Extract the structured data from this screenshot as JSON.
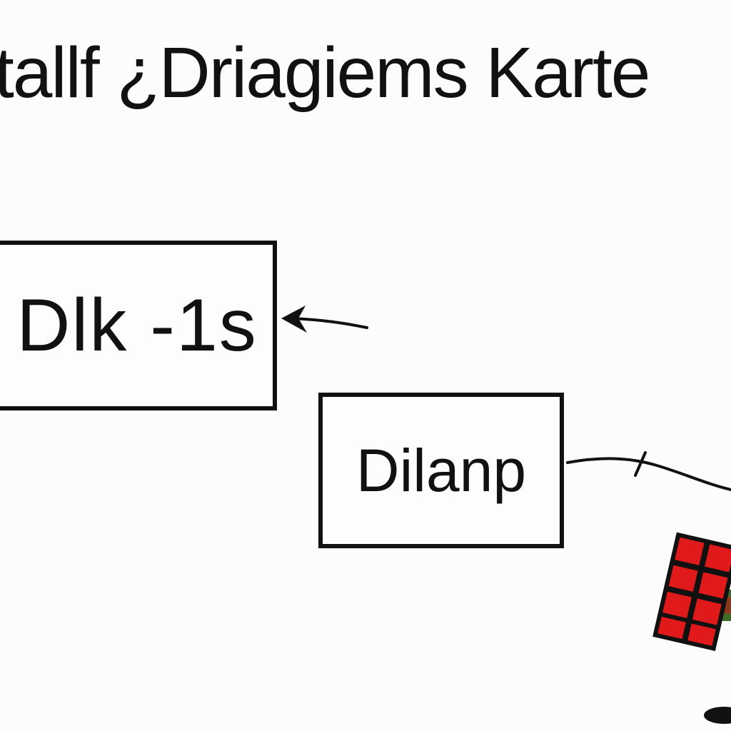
{
  "diagram": {
    "title": "tallf ¿Driagiems Karte",
    "nodes": [
      {
        "id": "node-a",
        "label": "Dlk -1s"
      },
      {
        "id": "node-b",
        "label": "Dilanp"
      }
    ],
    "edges": [
      {
        "from": "right-edge",
        "to": "node-a",
        "style": "arrow-into"
      },
      {
        "from": "node-b",
        "to": "offscreen-right",
        "style": "line"
      }
    ],
    "colors": {
      "ink": "#111111",
      "background": "#fcfcfc",
      "tile_red": "#e01a1a",
      "figure_green": "#3f6b2a",
      "figure_brown": "#8b3a1c"
    },
    "icons": {
      "figure": "red-grid-figure-icon"
    }
  }
}
